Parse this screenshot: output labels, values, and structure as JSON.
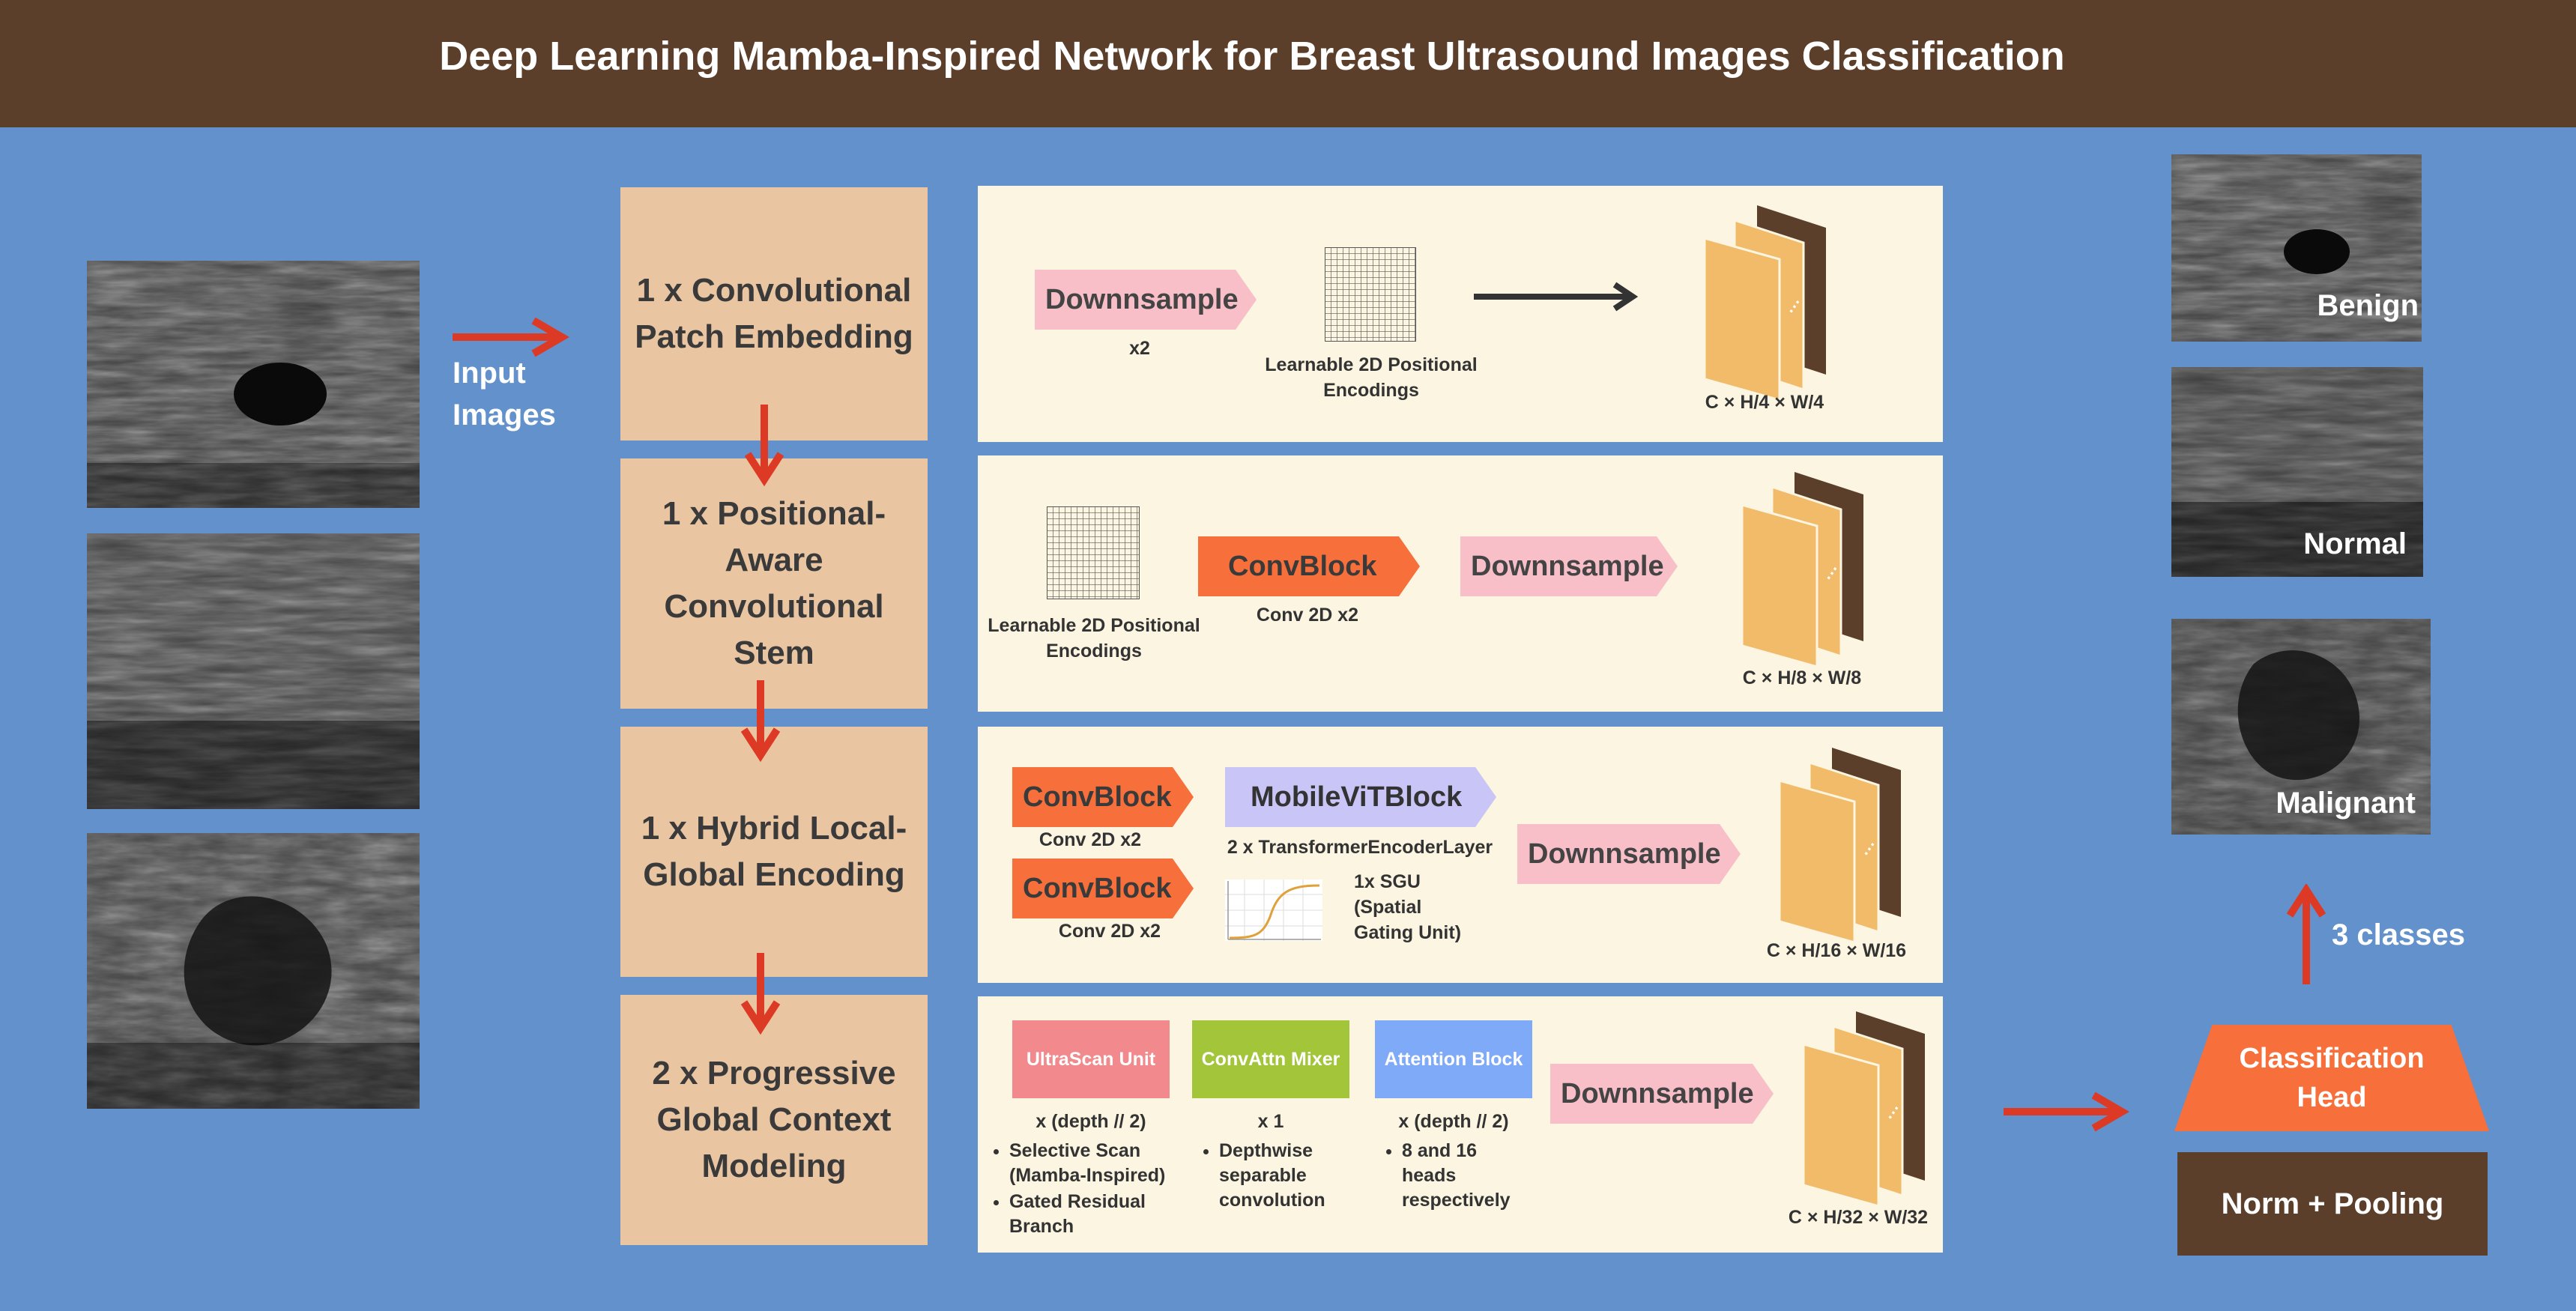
{
  "title": "Deep Learning Mamba-Inspired Network for Breast Ultrasound Images Classification",
  "input_label": "Input\nImages",
  "stages": [
    "1 x Convolutional Patch Embedding",
    "1 x Positional-Aware Convolutional Stem",
    "1 x Hybrid Local-Global Encoding",
    "2 x Progressive Global Context Modeling"
  ],
  "row1": {
    "downsample": "Downnsample",
    "downsample_note": "x2",
    "pos_enc": "Learnable 2D Positional Encodings",
    "dims": "C × H/4 × W/4"
  },
  "row2": {
    "pos_enc": "Learnable 2D Positional Encodings",
    "convblock": "ConvBlock",
    "convblock_note": "Conv 2D x2",
    "downsample": "Downnsample",
    "dims": "C × H/8 × W/8"
  },
  "row3": {
    "convblock_a": "ConvBlock",
    "convblock_a_note": "Conv 2D x2",
    "convblock_b": "ConvBlock",
    "convblock_b_note": "Conv 2D x2",
    "mobilevit": "MobileViTBlock",
    "mobilevit_note": "2 x TransformerEncoderLayer",
    "sgu": "1x SGU\n(Spatial\nGating Unit)",
    "downsample": "Downnsample",
    "dims": "C × H/16 × W/16"
  },
  "row4": {
    "ultrascan": "UltraScan Unit",
    "ultrascan_depth": "x (depth // 2)",
    "ultrascan_bullets": [
      "Selective Scan (Mamba-Inspired)",
      "Gated Residual Branch"
    ],
    "convattn": "ConvAttn Mixer",
    "convattn_depth": "x 1",
    "convattn_bullets": [
      "Depthwise separable convolution"
    ],
    "attention": "Attention Block",
    "attention_depth": "x (depth // 2)",
    "attention_bullets": [
      "8 and 16 heads respectively"
    ],
    "downsample": "Downnsample",
    "dims": "C × H/32 × W/32"
  },
  "outputs": [
    "Benign",
    "Normal",
    "Malignant"
  ],
  "classes_label": "3 classes",
  "classification_head": "Classification Head",
  "norm_pooling": "Norm + Pooling",
  "colors": {
    "header": "#5c3f2b",
    "background": "#6291cb",
    "stage": "#eac5a2",
    "row": "#fbf5e1",
    "arrow": "#dd3a26",
    "downsample": "#f9bfc8",
    "convblock": "#f7703b",
    "mobilevit": "#c9c5f6",
    "ultrascan": "#f2898c",
    "convattn": "#a3c53a",
    "attention": "#7eaaf7",
    "feature_light": "#f2bb69",
    "feature_dark": "#5c3f2b"
  }
}
